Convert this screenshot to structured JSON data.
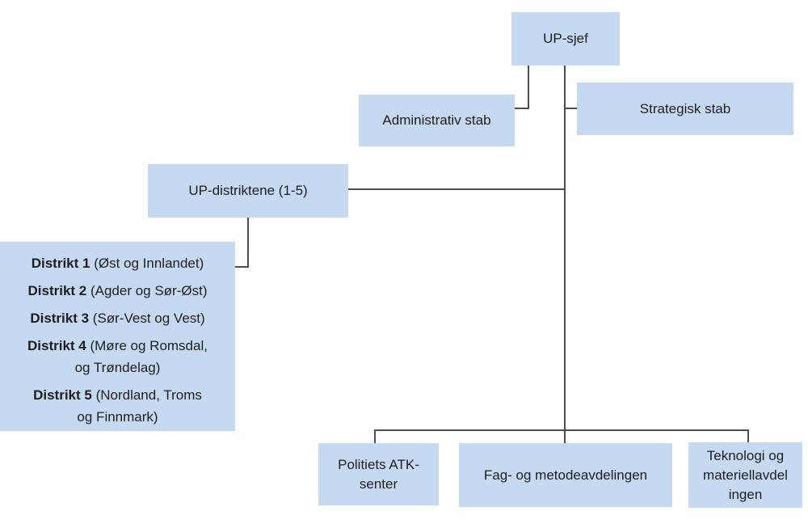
{
  "colors": {
    "background": "#ffffff",
    "box_fill": "#C5D9F1",
    "connector": "#4d4d4d",
    "text": "#1e1e1e"
  },
  "org_chart": {
    "nodes": {
      "up_sjef": {
        "label": "UP-sjef"
      },
      "administrativ_stab": {
        "label": "Administrativ stab"
      },
      "strategisk_stab": {
        "label": "Strategisk stab"
      },
      "up_distriktene": {
        "label": "UP-distriktene (1-5)"
      },
      "politiets_atk_senter": {
        "lines": [
          "Politiets ATK-",
          "senter"
        ]
      },
      "fag_og_metodeavdelingen": {
        "label": "Fag- og metodeavdelingen"
      },
      "teknologi_og_materiellavdelingen": {
        "lines": [
          "Teknologi og",
          "materiellavdel",
          "ingen"
        ]
      }
    },
    "districts": [
      {
        "name": "Distrikt 1",
        "region": " (Øst og Innlandet)"
      },
      {
        "name": "Distrikt 2",
        "region": " (Agder og Sør-Øst)"
      },
      {
        "name": "Distrikt 3",
        "region": " (Sør-Vest og Vest)"
      },
      {
        "name": "Distrikt 4",
        "region_line1": " (Møre og Romsdal,",
        "region_line2": "og Trøndelag)"
      },
      {
        "name": "Distrikt 5",
        "region_line1": " (Nordland, Troms",
        "region_line2": "og Finnmark)"
      }
    ]
  }
}
